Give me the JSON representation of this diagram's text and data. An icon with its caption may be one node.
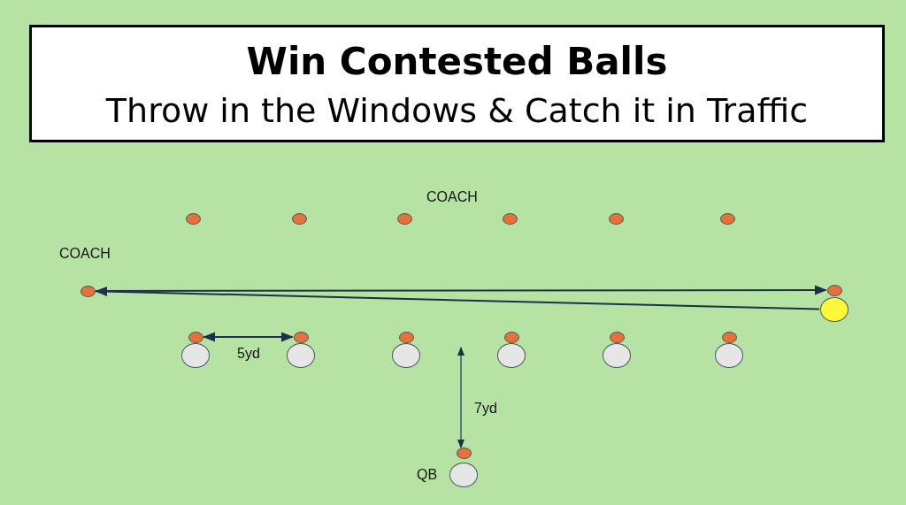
{
  "diagram": {
    "title": "Win Contested Balls",
    "nodes": [
      {
        "text": [],
        "shape": "circle"
      },
      {
        "text": [],
        "shape": "circle"
      },
      {
        "text": [],
        "shape": "circle"
      },
      {
        "text": [],
        "shape": "circle"
      },
      {
        "text": [],
        "shape": "circle"
      },
      {
        "text": [],
        "shape": "circle"
      },
      {
        "text": [],
        "shape": "circle",
        "beside": [
          "COACH"
        ]
      },
      {
        "text": [],
        "shape": "circle"
      },
      {
        "text": [],
        "shape": "circle"
      },
      {
        "text": [],
        "shape": "circle"
      },
      {
        "text": [],
        "shape": "circle"
      },
      {
        "text": [],
        "shape": "circle"
      },
      {
        "text": [],
        "shape": "circle"
      },
      {
        "text": [],
        "shape": "circle"
      },
      {
        "text": [],
        "shape": "circle"
      },
      {
        "text": [],
        "shape": "circle"
      },
      {
        "text": [],
        "shape": "circle"
      },
      {
        "text": [],
        "shape": "circle"
      },
      {
        "text": [],
        "shape": "circle"
      },
      {
        "text": [],
        "shape": "circle"
      },
      {
        "text": [],
        "shape": "circle"
      },
      {
        "text": [],
        "shape": "circle"
      },
      {
        "text": [],
        "shape": "circle",
        "beside": [
          "QB"
        ]
      }
    ],
    "edges": [
      {
        "from": 6,
        "to": 7,
        "arrow": "to"
      },
      {
        "from": 8,
        "to": 6,
        "arrow": "to"
      },
      {
        "from": 9,
        "to": 10,
        "arrow": "both",
        "label": "5yd"
      }
    ],
    "labels": [
      "Throw in the Windows & Catch it in Traffic",
      "COACH",
      "7yd"
    ]
  }
}
